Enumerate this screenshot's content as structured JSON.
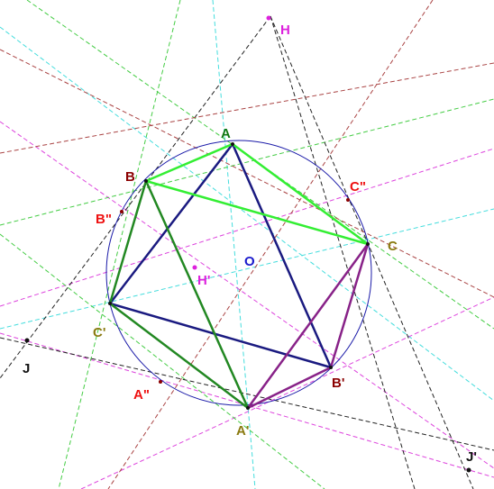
{
  "labels": {
    "A": "A",
    "B": "B",
    "C": "C",
    "A1": "A'",
    "B1": "B'",
    "C1": "C'",
    "O": "O",
    "H": "H",
    "H1": "H'",
    "J": "J",
    "J1": "J'",
    "A2": "A\"",
    "B2": "B\"",
    "C2": "C\""
  },
  "colors": {
    "circle": "#1a1aa8",
    "triangle_abc": "#33ee33",
    "triangle_abc_prime": "#1a1a80",
    "green_dark": "#228822",
    "purple": "#882288",
    "label_dark_red": "#8b0000",
    "label_red": "#ee1111",
    "label_olive": "#8a7a10",
    "label_green": "#117711",
    "label_magenta": "#dd22dd",
    "label_blue": "#1a1acc",
    "label_black": "#111111",
    "cyan": "#44dddd",
    "magenta_dash": "#dd44dd",
    "green_dash": "#44cc44",
    "black_dash": "#222222",
    "brown_dash": "#aa4444"
  }
}
